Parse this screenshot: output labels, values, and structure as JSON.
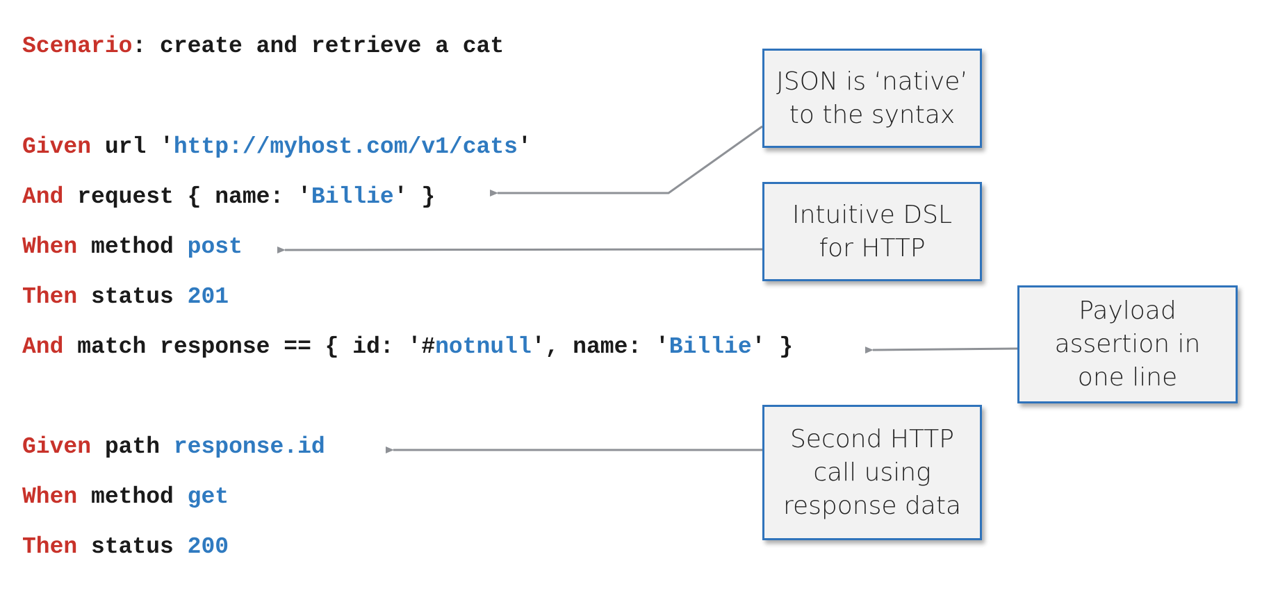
{
  "code": {
    "lines": [
      {
        "segments": [
          {
            "text": "Scenario",
            "style": "kw"
          },
          {
            "text": ": create and retrieve a cat",
            "style": "txt"
          }
        ]
      },
      {
        "segments": [
          {
            "text": "Given",
            "style": "kw"
          },
          {
            "text": " url '",
            "style": "txt"
          },
          {
            "text": "http://myhost.com/v1/cats",
            "style": "val"
          },
          {
            "text": "'",
            "style": "txt"
          }
        ]
      },
      {
        "segments": [
          {
            "text": "And",
            "style": "kw"
          },
          {
            "text": " request { name: '",
            "style": "txt"
          },
          {
            "text": "Billie",
            "style": "val"
          },
          {
            "text": "' }",
            "style": "txt"
          }
        ]
      },
      {
        "segments": [
          {
            "text": "When",
            "style": "kw"
          },
          {
            "text": " method ",
            "style": "txt"
          },
          {
            "text": "post",
            "style": "val"
          }
        ]
      },
      {
        "segments": [
          {
            "text": "Then",
            "style": "kw"
          },
          {
            "text": " status ",
            "style": "txt"
          },
          {
            "text": "201",
            "style": "val"
          }
        ]
      },
      {
        "segments": [
          {
            "text": "And",
            "style": "kw"
          },
          {
            "text": " match response == { id: '",
            "style": "txt"
          },
          {
            "text": "#",
            "style": "txt"
          },
          {
            "text": "notnull",
            "style": "val"
          },
          {
            "text": "', name: '",
            "style": "txt"
          },
          {
            "text": "Billie",
            "style": "val"
          },
          {
            "text": "' }",
            "style": "txt"
          }
        ]
      },
      {
        "segments": [
          {
            "text": "Given",
            "style": "kw"
          },
          {
            "text": " path ",
            "style": "txt"
          },
          {
            "text": "response.id",
            "style": "val"
          }
        ]
      },
      {
        "segments": [
          {
            "text": "When",
            "style": "kw"
          },
          {
            "text": " method ",
            "style": "txt"
          },
          {
            "text": "get",
            "style": "val"
          }
        ]
      },
      {
        "segments": [
          {
            "text": "Then",
            "style": "kw"
          },
          {
            "text": " status ",
            "style": "txt"
          },
          {
            "text": "200",
            "style": "val"
          }
        ]
      }
    ]
  },
  "callouts": {
    "json_native": "JSON is ‘native’\nto the syntax",
    "intuitive_dsl": "Intuitive DSL\nfor HTTP",
    "payload_assertion": "Payload\nassertion in\none line",
    "second_call": "Second HTTP\ncall using\nresponse data"
  },
  "colors": {
    "keyword": "#c8322a",
    "value": "#2f7ac0",
    "text": "#1a1a1a",
    "callout_border": "#2f73bb",
    "callout_fill": "#f2f2f2",
    "connector": "#8e9196"
  }
}
